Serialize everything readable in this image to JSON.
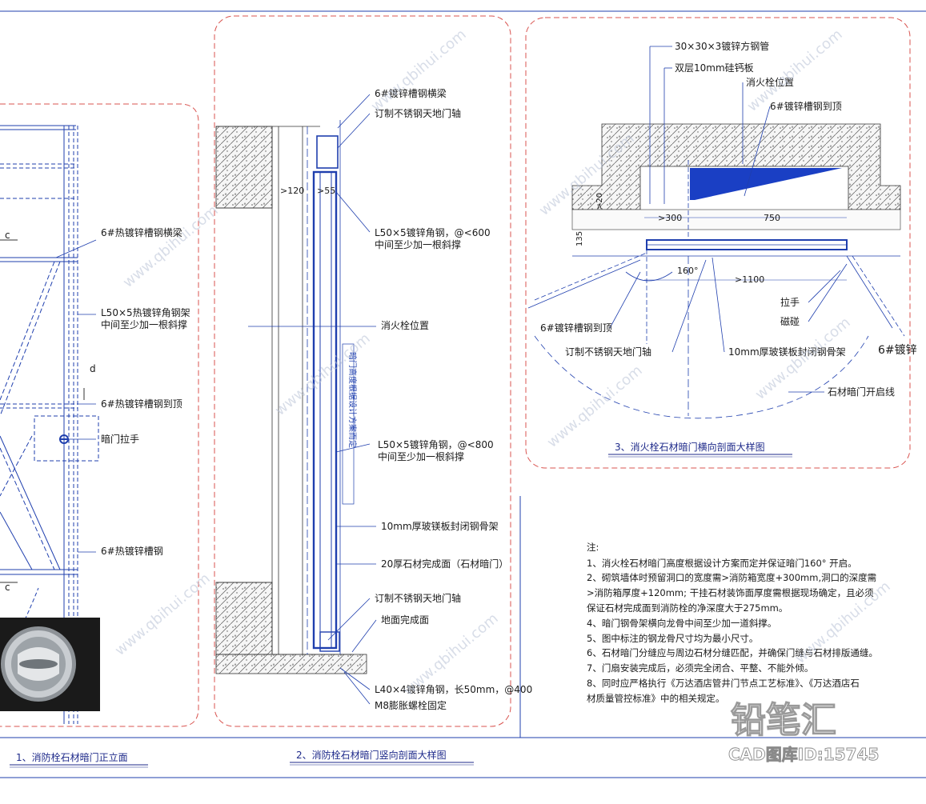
{
  "panels": [
    {
      "title": "1、消防栓石材暗门正立面",
      "labels": [
        "6#热镀锌槽钢横梁",
        "L50×5热镀锌角钢架",
        "中间至少加一根斜撑",
        "6#热镀锌槽钢到顶",
        "暗门拉手",
        "6#热镀锌槽钢"
      ],
      "marks": [
        "c",
        "c",
        "d"
      ]
    },
    {
      "title": "2、消防栓石材暗门竖向剖面大样图",
      "labels": [
        "6#镀锌槽钢横梁",
        "订制不锈钢天地门轴",
        "L50×5镀锌角钢，@<600",
        "中间至少加一根斜撑",
        "消火栓位置",
        "L50×5镀锌角钢，@<800",
        "中间至少加一根斜撑",
        "10mm厚玻镁板封闭钢骨架",
        "20厚石材完成面（石材暗门）",
        "订制不锈钢天地门轴",
        "地面完成面",
        "L40×4镀锌角钢，长50mm，@400",
        "M8膨胀螺栓固定"
      ],
      "dims": [
        ">120",
        ">55"
      ],
      "vertical_note": "暗门高度根据设计方案而定"
    },
    {
      "title": "3、消火栓石材暗门横向剖面大样图",
      "labels": [
        "30×30×3镀锌方钢管",
        "双层10mm硅钙板",
        "消火栓位置",
        "6#镀锌槽钢到顶",
        "6#镀锌槽钢到顶",
        "订制不锈钢天地门轴",
        "10mm厚玻镁板封闭钢骨架",
        "拉手",
        "磁碰",
        "石材暗门开启线",
        "6#镀锌"
      ],
      "dims": [
        ">300",
        "750",
        ">20",
        "135",
        "160°",
        ">1100"
      ]
    }
  ],
  "notes": {
    "heading": "注:",
    "lines": [
      "1、消火栓石材暗门高度根据设计方案而定并保证暗门160° 开启。",
      "2、砌筑墙体时预留洞口的宽度需>消防箱宽度+300mm,洞口的深度需",
      ">消防箱厚度+120mm; 干挂石材装饰面厚度需根据现场确定，且必须",
      "保证石材完成面到消防栓的净深度大于275mm。",
      "4、暗门钢骨架横向龙骨中间至少加一道斜撑。",
      "5、图中标注的钢龙骨尺寸均为最小尺寸。",
      "6、石材暗门分缝应与周边石材分缝匹配，并确保门缝与石材排版通缝。",
      "7、门扇安装完成后，必须完全闭合、平整、不能外倾。",
      "8、同时应严格执行《万达酒店管井门节点工艺标准》、《万达酒店石",
      "材质量管控标准》中的相关规定。"
    ]
  },
  "watermark": {
    "url": "www.qbihui.com",
    "brand": "铅笔汇",
    "cad_id": "CAD图库ID:15745"
  },
  "colors": {
    "line_blue": "#1f3fae",
    "dash_red": "#d9534f",
    "hatch": "#444444",
    "fill_blue": "#1a3fc4"
  }
}
